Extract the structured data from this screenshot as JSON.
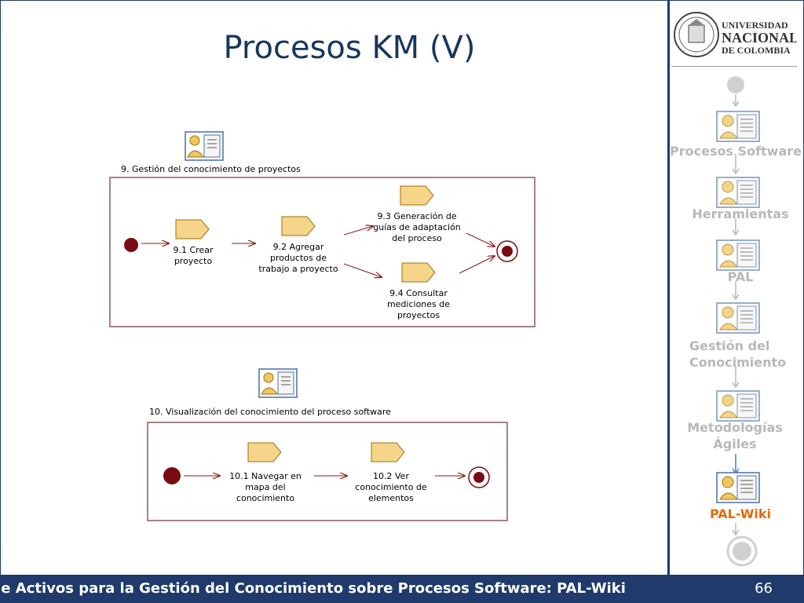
{
  "slide": {
    "title": "Procesos KM (V)",
    "footer_text": "a de Activos para la Gestión del Conocimiento sobre Procesos Software: PAL-Wiki",
    "page_number": "66"
  },
  "logo": {
    "line1": "UNIVERSIDAD",
    "line2": "NACIONAL",
    "line3": "DE COLOMBIA"
  },
  "sidebar": {
    "steps": [
      {
        "label": "Procesos Software",
        "active": false
      },
      {
        "label": "Herramientas",
        "active": false
      },
      {
        "label": "PAL",
        "active": false
      },
      {
        "label": "Gestión del Conocimiento",
        "active": false
      },
      {
        "label": "Metodologías Ágiles",
        "active": false
      },
      {
        "label": "PAL-Wiki",
        "active": true
      }
    ],
    "inactive_color": "#b8b8b8",
    "active_color": "#e36c09"
  },
  "diagram1": {
    "title": "9. Gestión del conocimiento de proyectos",
    "activities": [
      {
        "lines": [
          "9.1 Crear",
          "proyecto"
        ]
      },
      {
        "lines": [
          "9.2 Agregar",
          "productos de",
          "trabajo a proyecto"
        ]
      },
      {
        "lines": [
          "9.3 Generación de",
          "guías de adaptación",
          "del proceso"
        ]
      },
      {
        "lines": [
          "9.4 Consultar",
          "mediciones de",
          "proyectos"
        ]
      }
    ]
  },
  "diagram2": {
    "title": "10. Visualización del conocimiento del proceso software",
    "activities": [
      {
        "lines": [
          "10.1 Navegar en",
          "mapa del",
          "conocimiento"
        ]
      },
      {
        "lines": [
          "10.2 Ver",
          "conocimiento de",
          "elementos"
        ]
      }
    ]
  },
  "colors": {
    "navy": "#1f3a6b",
    "activity_fill": "#f5d58a",
    "node_red": "#7a0a12",
    "arrow": "#8b1a1a"
  }
}
